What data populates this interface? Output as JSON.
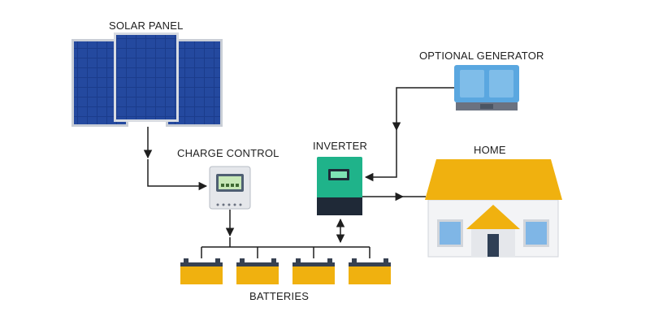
{
  "labels": {
    "solar_panel": "SOLAR PANEL",
    "charge_control": "CHARGE CONTROL",
    "inverter": "INVERTER",
    "optional_generator": "OPTIONAL GENERATOR",
    "home": "HOME",
    "batteries": "BATTERIES"
  },
  "colors": {
    "panel_blue": "#1b3c8c",
    "panel_frame": "#c9ced6",
    "generator_blue": "#5aa7e0",
    "inverter_green": "#1fb38a",
    "roof_yellow": "#f0b10f",
    "battery_yellow": "#f0b10f",
    "wire": "#1e1e1e"
  }
}
